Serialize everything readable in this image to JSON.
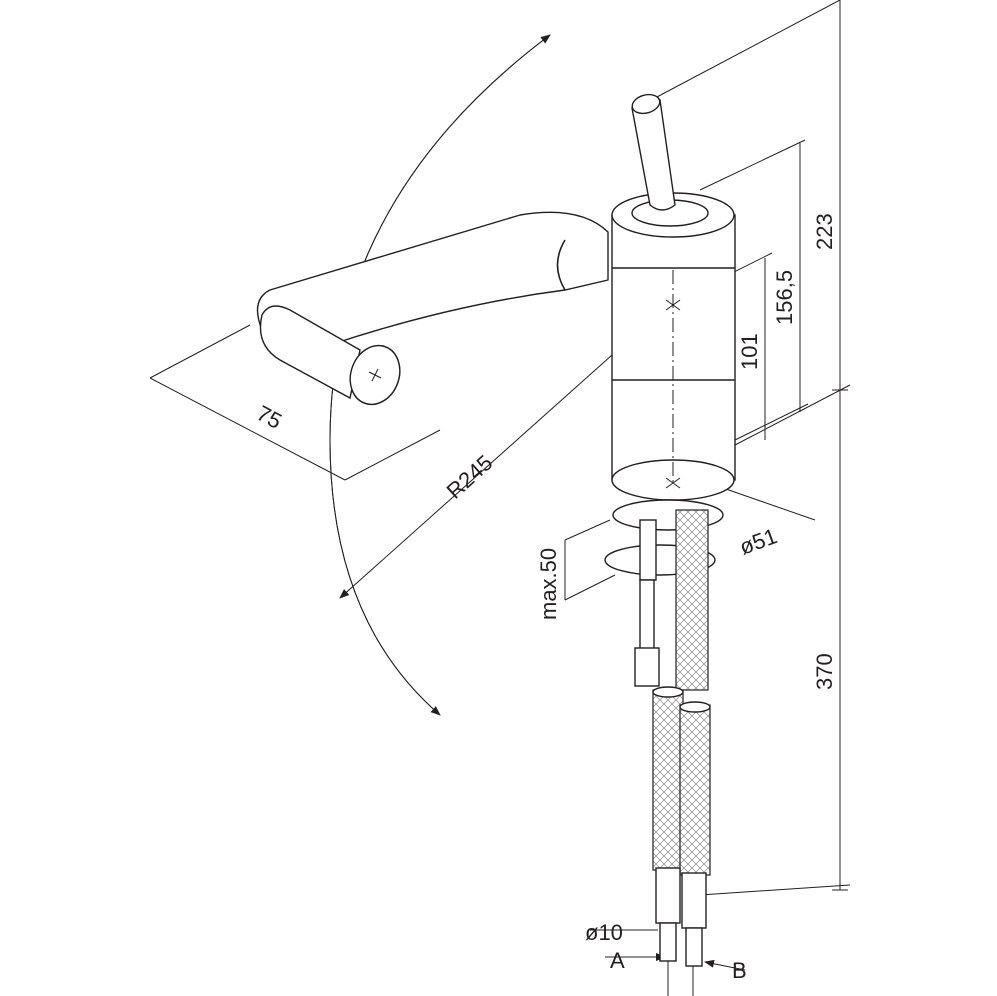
{
  "title": "Faucet dimension drawing",
  "dimensions": {
    "total_height_above_deck": "223",
    "body_height": "156,5",
    "spout_height": "101",
    "spout_depth": "75",
    "swing_radius": "R245",
    "body_diameter": "ø51",
    "max_deck_thickness": "max.50",
    "hose_length": "370",
    "hose_connector": "ø10",
    "connection_a": "A",
    "connection_b": "B"
  },
  "colors": {
    "line": "#231f20",
    "background": "#ffffff"
  }
}
